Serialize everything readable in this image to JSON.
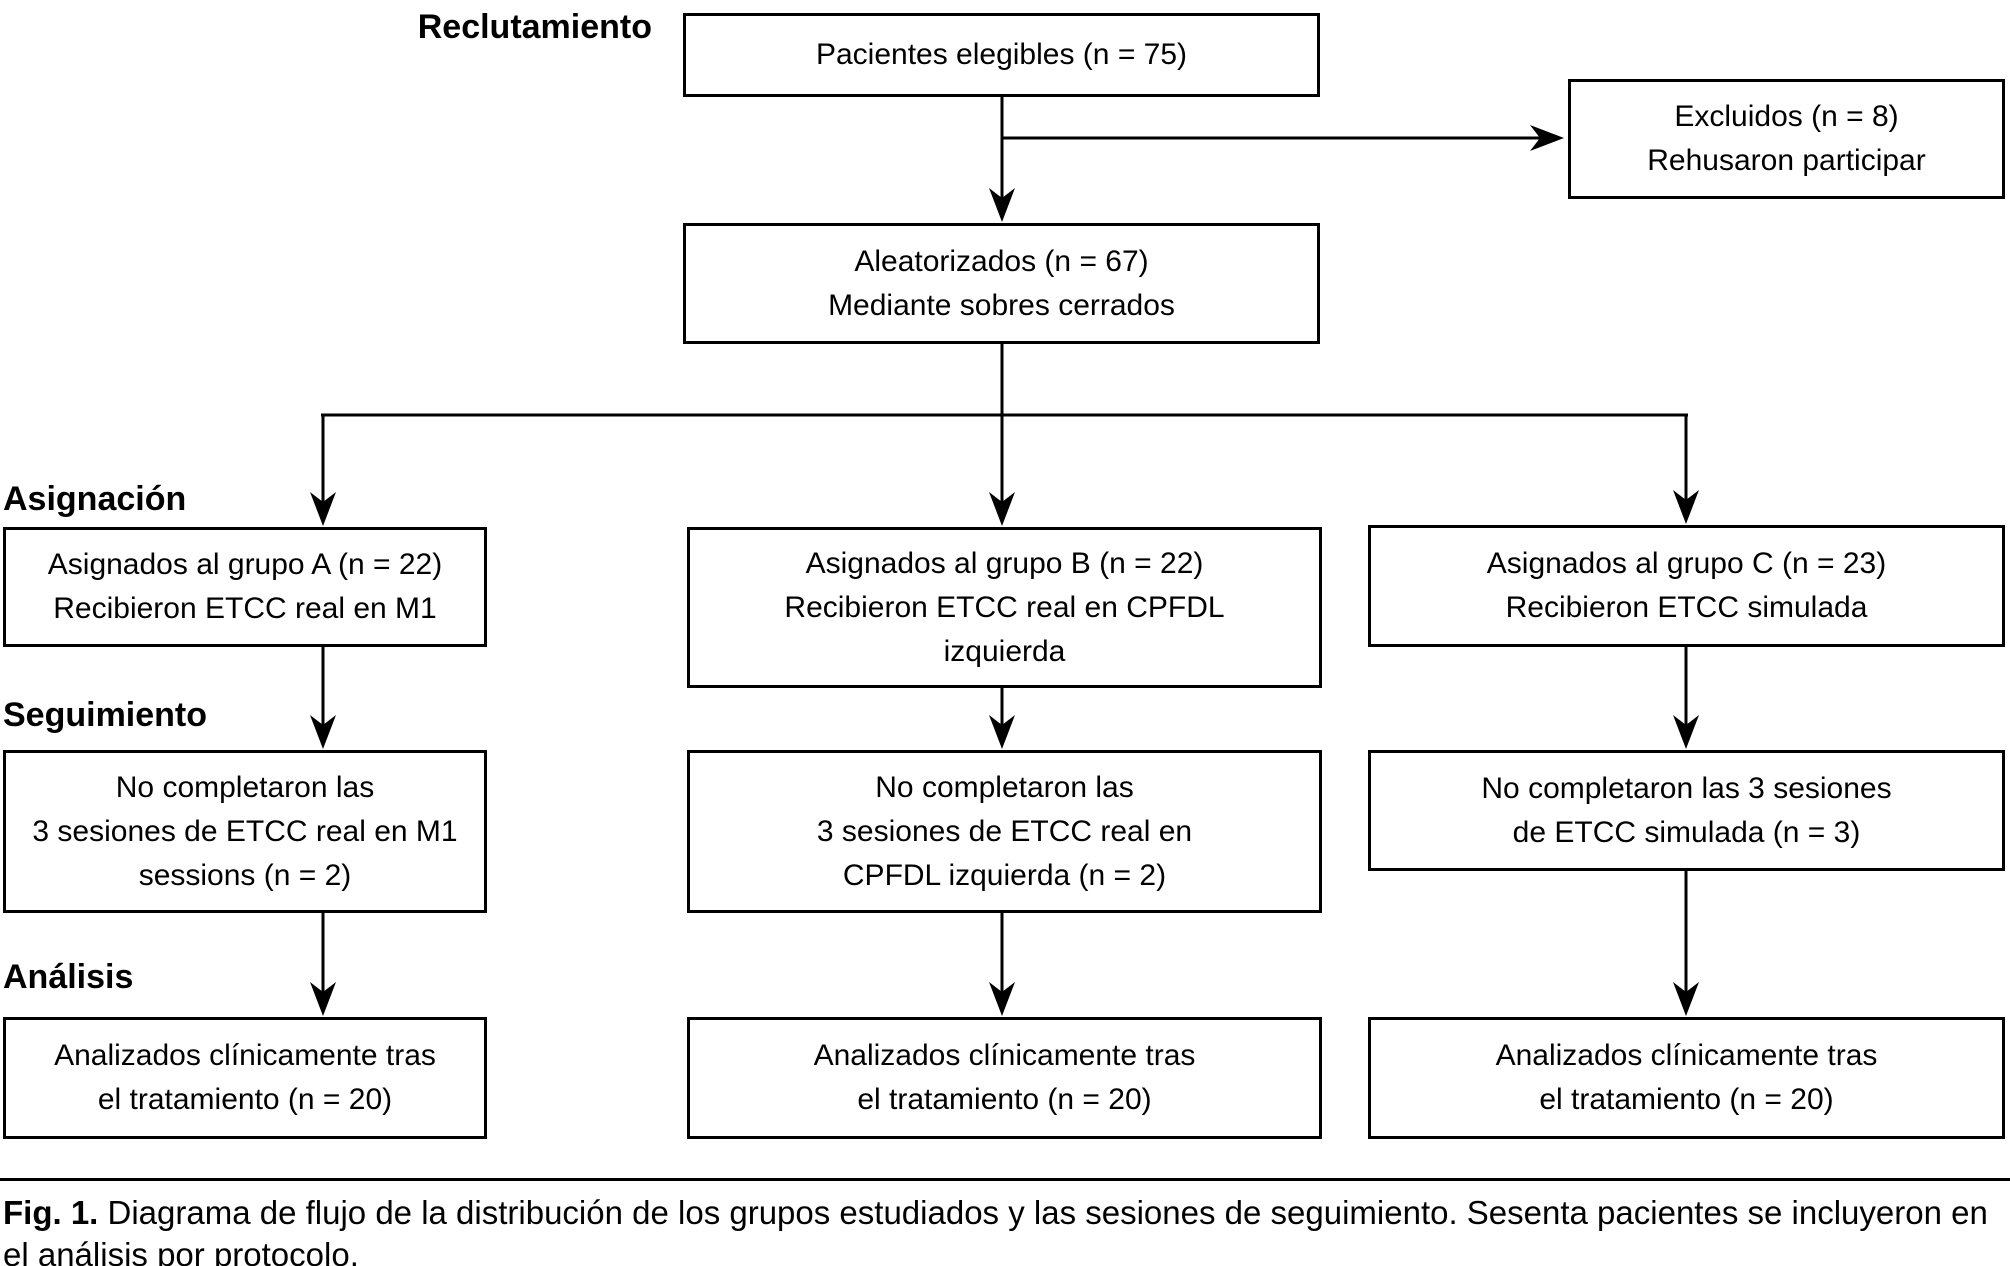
{
  "figure": {
    "stages": {
      "recruitment": "Reclutamiento",
      "allocation": "Asignación",
      "followup": "Seguimiento",
      "analysis": "Análisis"
    },
    "boxes": {
      "eligible": {
        "lines": [
          "Pacientes elegibles (n = 75)"
        ]
      },
      "excluded": {
        "lines": [
          "Excluidos (n = 8)",
          "Rehusaron participar"
        ]
      },
      "randomized": {
        "lines": [
          "Aleatorizados (n = 67)",
          "Mediante sobres cerrados"
        ]
      },
      "group_a": {
        "lines": [
          "Asignados al grupo A (n = 22)",
          "Recibieron ETCC real en M1"
        ]
      },
      "group_b": {
        "lines": [
          "Asignados al grupo B (n = 22)",
          "Recibieron ETCC real en CPFDL",
          "izquierda"
        ]
      },
      "group_c": {
        "lines": [
          "Asignados al grupo C (n = 23)",
          "Recibieron ETCC simulada"
        ]
      },
      "followup_a": {
        "lines": [
          "No completaron las",
          "3 sesiones de ETCC real en M1",
          "sessions (n = 2)"
        ]
      },
      "followup_b": {
        "lines": [
          "No completaron las",
          "3 sesiones de ETCC real en",
          "CPFDL izquierda (n = 2)"
        ]
      },
      "followup_c": {
        "lines": [
          "No completaron las 3 sesiones",
          "de ETCC simulada (n = 3)"
        ]
      },
      "analysis_a": {
        "lines": [
          "Analizados clínicamente tras",
          "el tratamiento (n = 20)"
        ]
      },
      "analysis_b": {
        "lines": [
          "Analizados clínicamente tras",
          "el tratamiento (n = 20)"
        ]
      },
      "analysis_c": {
        "lines": [
          "Analizados clínicamente tras",
          "el tratamiento (n = 20)"
        ]
      }
    },
    "caption": {
      "label": "Fig. 1.",
      "text": " Diagrama de flujo de la distribución de los grupos estudiados y las sesiones de seguimiento. Sesenta pacientes se incluyeron en el análisis por protocolo."
    },
    "colors": {
      "line": "#000000",
      "background": "#ffffff",
      "text": "#000000"
    }
  }
}
